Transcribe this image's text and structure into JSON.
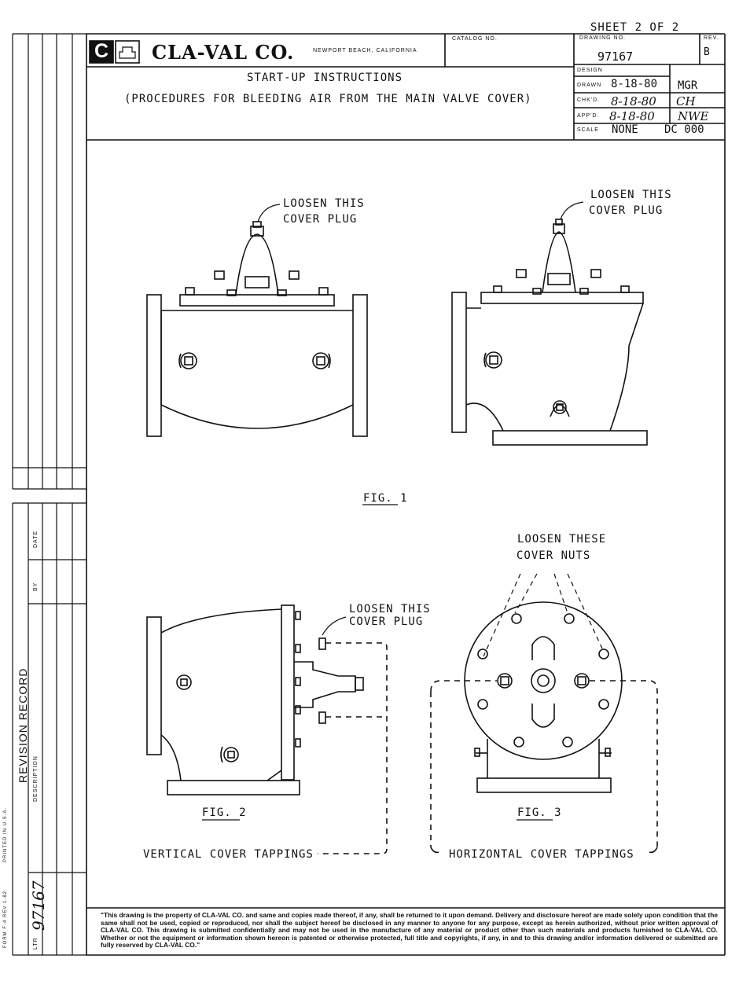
{
  "sheet": {
    "text": "SHEET 2 OF 2"
  },
  "company": {
    "logo_letter": "C",
    "name": "CLA-VAL CO.",
    "location": "NEWPORT BEACH, CALIFORNIA"
  },
  "title_block": {
    "catalog_label": "CATALOG NO.",
    "drawing_label": "DRAWING NO.",
    "drawing_no": "97167",
    "rev_label": "REV.",
    "rev": "B",
    "design_label": "DESIGN",
    "drawn_label": "DRAWN",
    "drawn_date": "8-18-80",
    "drawn_by": "MGR",
    "chkd_label": "CHK'D.",
    "chkd_date": "8-18-80",
    "chkd_by": "CH",
    "appd_label": "APP'D.",
    "appd_date": "8-18-80",
    "appd_by": "NWE",
    "scale_label": "SCALE",
    "scale": "NONE",
    "dc": "DC 000"
  },
  "title": {
    "line1": "START-UP INSTRUCTIONS",
    "line2": "(PROCEDURES FOR BLEEDING AIR FROM THE MAIN VALVE COVER)"
  },
  "figures": {
    "fig1_label": "FIG. 1",
    "fig1_left_note_1": "LOOSEN THIS",
    "fig1_left_note_2": "COVER PLUG",
    "fig1_right_note_1": "LOOSEN THIS",
    "fig1_right_note_2": "COVER PLUG",
    "fig2_label": "FIG. 2",
    "fig2_note_1": "LOOSEN THIS",
    "fig2_note_2": "COVER PLUG",
    "fig2_caption": "VERTICAL COVER TAPPINGS",
    "fig3_label": "FIG. 3",
    "fig3_note_1": "LOOSEN THESE",
    "fig3_note_2": "COVER NUTS",
    "fig3_caption": "HORIZONTAL COVER TAPPINGS"
  },
  "revision": {
    "title": "REVISION RECORD",
    "col_ltr": "LTR",
    "col_description": "DESCRIPTION",
    "col_by": "BY",
    "col_date": "DATE",
    "ltr_value": "97167"
  },
  "form_note": "FORM F-4 REV 1-82",
  "printed_note": "PRINTED IN U.S.A.",
  "footer": {
    "disclaimer": "\"This drawing is the property of CLA-VAL CO. and same and copies made thereof, if any, shall be returned to it upon demand. Delivery and disclosure hereof are made solely upon condition that the same shall not be used, copied or reproduced, nor shall the subject hereof be disclosed in any manner to anyone for any purpose, except as herein authorized, without prior written approval of CLA-VAL CO. This drawing is submitted confidentially and may not be used in the manufacture of any material or product other than such materials and products furnished to CLA-VAL CO. Whether or not the equipment or information shown hereon is patented or otherwise protected, full title and copyrights, if any, in and to this drawing and/or information delivered or submitted are fully reserved by CLA-VAL CO.\""
  }
}
